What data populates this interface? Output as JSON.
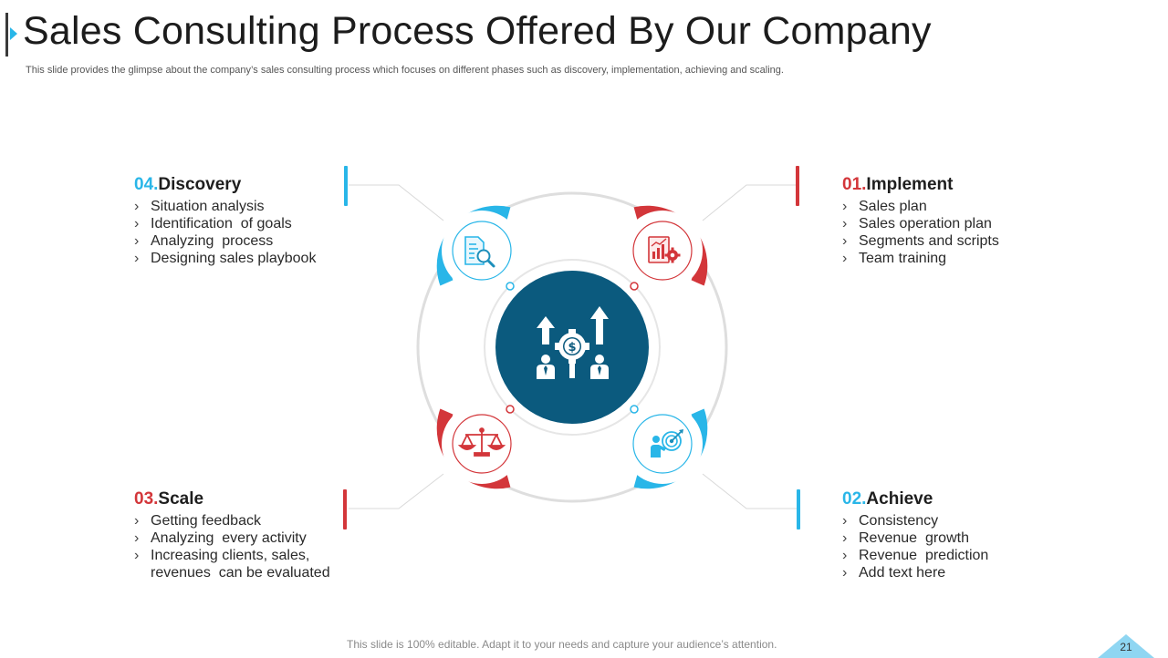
{
  "slide": {
    "title": "Sales Consulting Process Offered By Our Company",
    "subtitle": "This slide provides the glimpse about the company’s sales consulting process which focuses on different phases such as discovery, implementation, achieving and scaling.",
    "footer": "This slide is 100% editable. Adapt it to your needs and capture your audience’s attention.",
    "page_number": "21"
  },
  "colors": {
    "blue": "#29b6e8",
    "red": "#d3363a",
    "navy": "#0b5a7e",
    "ring": "#dedede"
  },
  "center_icon": "sales-growth-icon",
  "phases": {
    "discovery": {
      "number": "04.",
      "name": "Discovery",
      "color": "blue",
      "icon": "document-search-icon",
      "items": [
        "Situation analysis",
        "Identification  of goals",
        "Analyzing  process",
        "Designing sales playbook"
      ]
    },
    "implement": {
      "number": "01.",
      "name": "Implement",
      "color": "red",
      "icon": "report-gear-icon",
      "items": [
        "Sales plan",
        "Sales operation plan",
        "Segments and scripts",
        "Team training"
      ]
    },
    "scale": {
      "number": "03.",
      "name": "Scale",
      "color": "red",
      "icon": "balance-scale-icon",
      "items": [
        "Getting feedback",
        "Analyzing  every activity",
        "Increasing clients, sales,",
        "revenues  can be evaluated"
      ]
    },
    "achieve": {
      "number": "02.",
      "name": "Achieve",
      "color": "blue",
      "icon": "target-presenter-icon",
      "items": [
        "Consistency",
        "Revenue  growth",
        "Revenue  prediction",
        "Add text here"
      ]
    }
  }
}
